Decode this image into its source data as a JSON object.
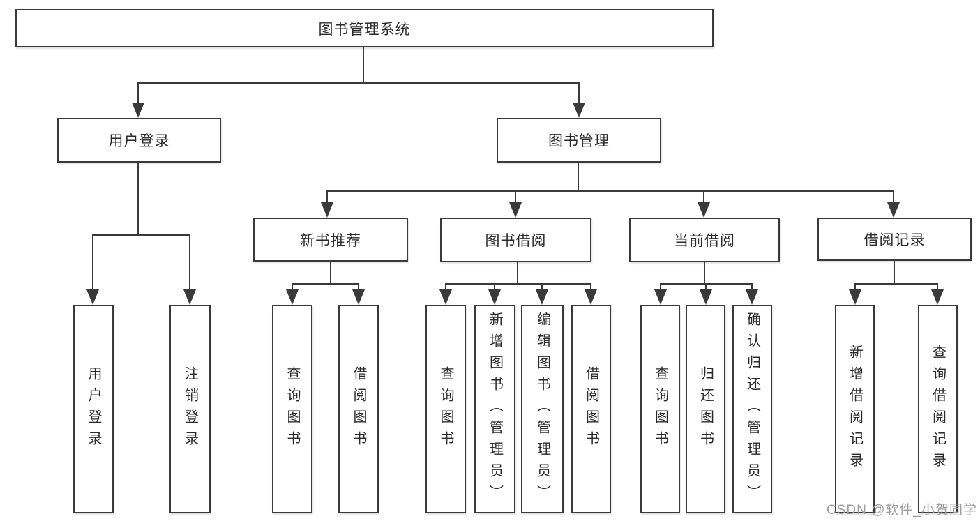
{
  "tree": {
    "root": {
      "label": "图书管理系统"
    },
    "branches": [
      {
        "label": "用户登录",
        "children": [
          {
            "label": "用户登录"
          },
          {
            "label": "注销登录"
          }
        ]
      },
      {
        "label": "图书管理",
        "children": [
          {
            "label": "新书推荐",
            "children": [
              {
                "label": "查询图书"
              },
              {
                "label": "借阅图书"
              }
            ]
          },
          {
            "label": "图书借阅",
            "children": [
              {
                "label": "查询图书"
              },
              {
                "label": "新增图书（管理员）"
              },
              {
                "label": "编辑图书（管理员）"
              },
              {
                "label": "借阅图书"
              }
            ]
          },
          {
            "label": "当前借阅",
            "children": [
              {
                "label": "查询图书"
              },
              {
                "label": "归还图书"
              },
              {
                "label": "确认归还（管理员）"
              }
            ]
          },
          {
            "label": "借阅记录",
            "children": [
              {
                "label": "新增借阅记录"
              },
              {
                "label": "查询借阅记录"
              }
            ]
          }
        ]
      }
    ]
  },
  "watermark": {
    "text": "CSDN @软件_小贺同学"
  },
  "colors": {
    "line": "#3a3a3a",
    "text": "#2a2a2a",
    "watermark": "#9d9d9d",
    "background": "#ffffff"
  }
}
